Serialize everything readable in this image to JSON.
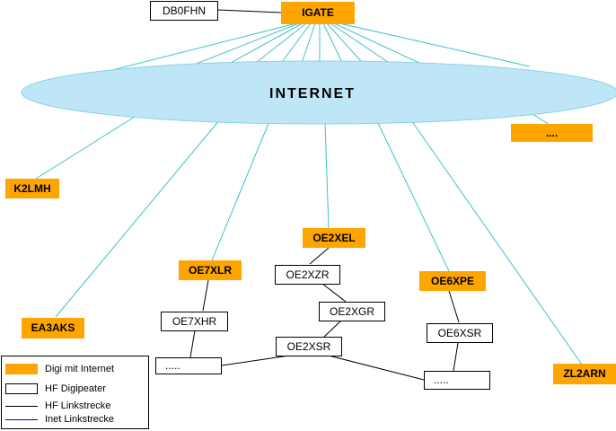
{
  "colors": {
    "digi_internet": "#ffa500",
    "hf_link": "#000000",
    "inet_link": "#40c0d0",
    "internet_cloud": "#bfe6f7",
    "legend_inet_link": "#0000cc"
  },
  "igate": {
    "label": "IGATE"
  },
  "db0fhn": {
    "label": "DB0FHN"
  },
  "internet": {
    "label": "INTERNET"
  },
  "nodes": {
    "dots_top_right": "....",
    "k2lmh": "K2LMH",
    "ea3aks": "EA3AKS",
    "oe2xel": "OE2XEL",
    "oe7xlr": "OE7XLR",
    "oe6xpe": "OE6XPE",
    "zl2arn": "ZL2ARN",
    "oe2xzr": "OE2XZR",
    "oe2xgr": "OE2XGR",
    "oe2xsr": "OE2XSR",
    "oe7xhr": "OE7XHR",
    "oe6xsr": "OE6XSR",
    "dots_left": ".....",
    "dots_right": "....."
  },
  "legend": {
    "digi_internet": "Digi mit Internet",
    "hf_digipeater": "HF Digipeater",
    "hf_link": "HF Linkstrecke",
    "inet_link": "Inet Linkstrecke"
  }
}
